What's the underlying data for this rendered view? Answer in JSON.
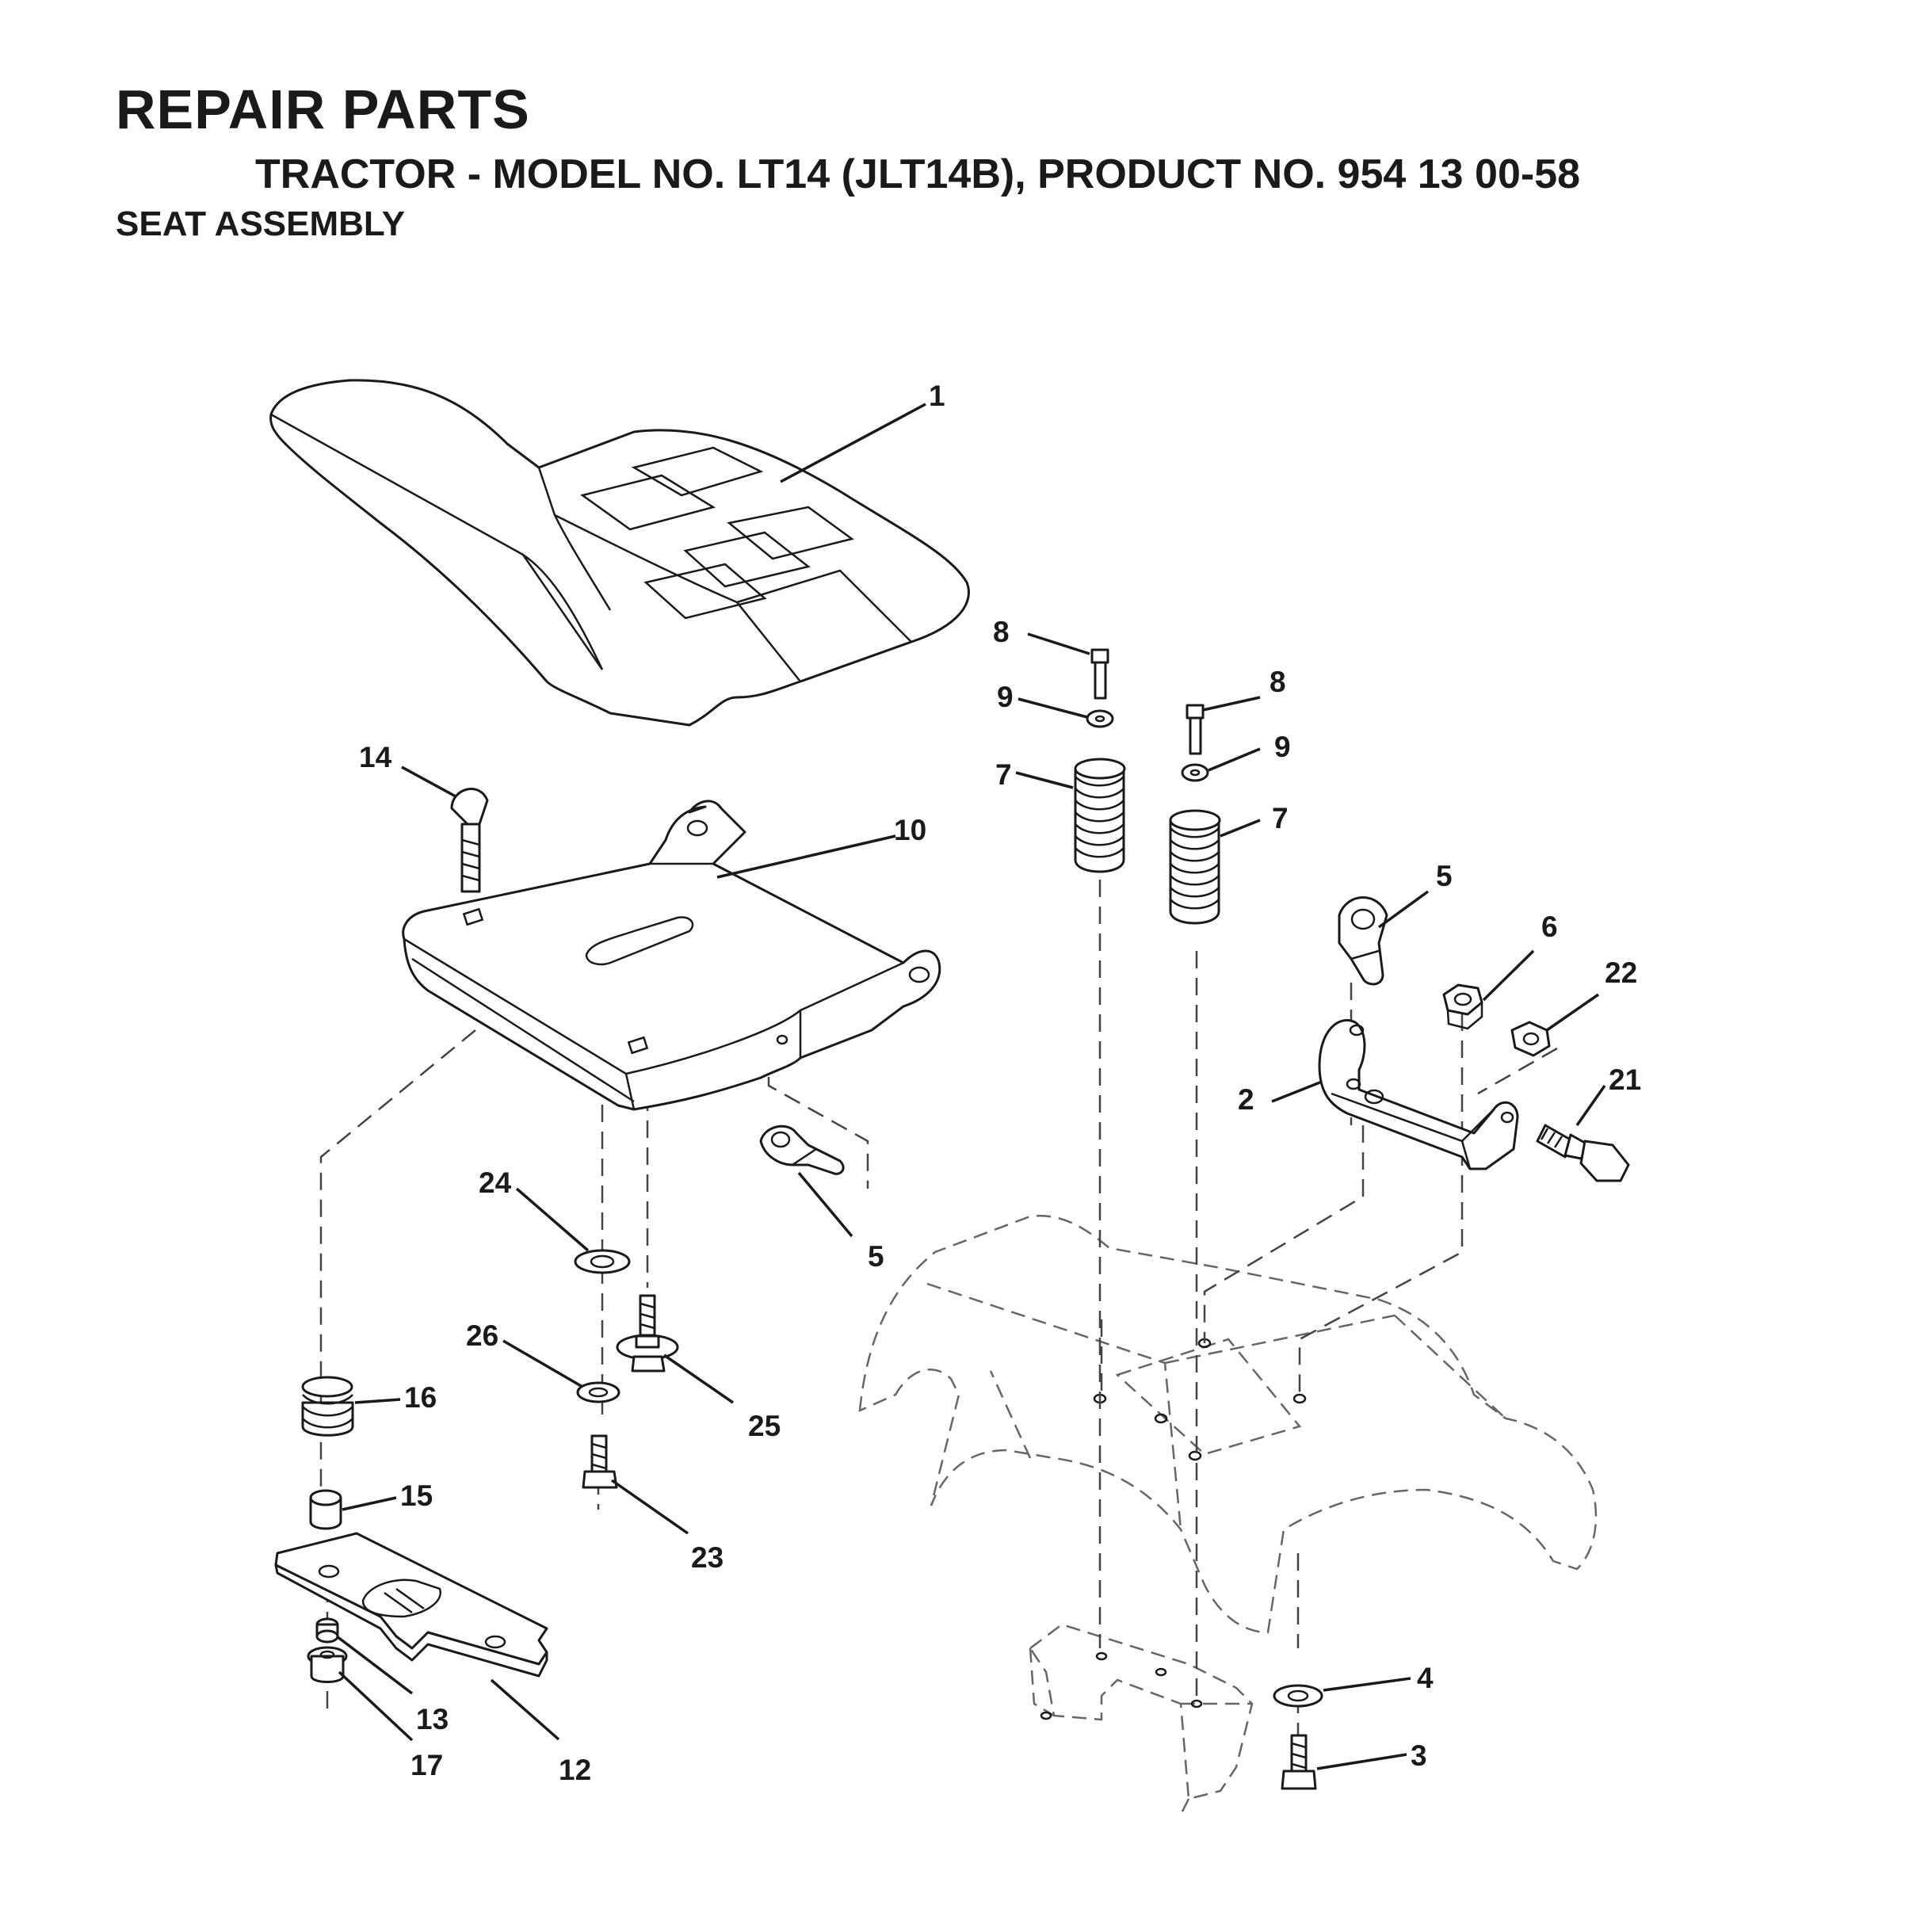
{
  "header": {
    "title": "REPAIR PARTS",
    "subtitle": "TRACTOR - MODEL NO. LT14 (JLT14B), PRODUCT NO. 954 13 00-58",
    "section": "SEAT ASSEMBLY"
  },
  "callouts": [
    "1",
    "2",
    "3",
    "4",
    "5",
    "5",
    "6",
    "7",
    "7",
    "8",
    "8",
    "9",
    "9",
    "10",
    "12",
    "13",
    "14",
    "15",
    "16",
    "17",
    "21",
    "22",
    "23",
    "24",
    "25",
    "26"
  ]
}
